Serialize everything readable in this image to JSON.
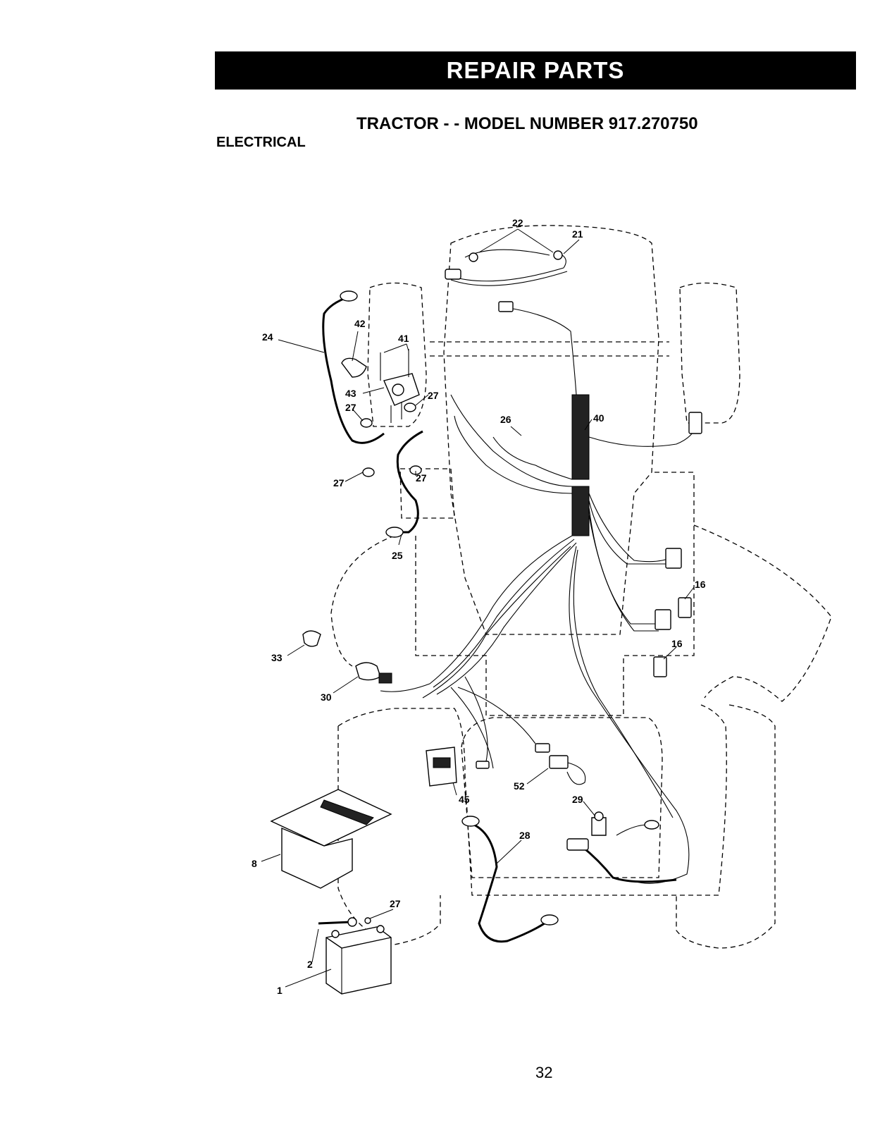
{
  "header": {
    "banner": "REPAIR PARTS"
  },
  "title": "TRACTOR - - MODEL NUMBER 917.270750",
  "section": "ELECTRICAL",
  "page_number": "32",
  "callouts": [
    {
      "id": "c22",
      "label": "22"
    },
    {
      "id": "c21",
      "label": "21"
    },
    {
      "id": "c24",
      "label": "24"
    },
    {
      "id": "c42",
      "label": "42"
    },
    {
      "id": "c41",
      "label": "41"
    },
    {
      "id": "c43",
      "label": "43"
    },
    {
      "id": "c27a",
      "label": "27"
    },
    {
      "id": "c27b",
      "label": "27"
    },
    {
      "id": "c27c",
      "label": "27"
    },
    {
      "id": "c27d",
      "label": "27"
    },
    {
      "id": "c26",
      "label": "26"
    },
    {
      "id": "c40",
      "label": "40"
    },
    {
      "id": "c25",
      "label": "25"
    },
    {
      "id": "c16a",
      "label": "16"
    },
    {
      "id": "c16b",
      "label": "16"
    },
    {
      "id": "c33",
      "label": "33"
    },
    {
      "id": "c30",
      "label": "30"
    },
    {
      "id": "c45",
      "label": "45"
    },
    {
      "id": "c52",
      "label": "52"
    },
    {
      "id": "c29",
      "label": "29"
    },
    {
      "id": "c28",
      "label": "28"
    },
    {
      "id": "c8",
      "label": "8"
    },
    {
      "id": "c27e",
      "label": "27"
    },
    {
      "id": "c2",
      "label": "2"
    },
    {
      "id": "c1",
      "label": "1"
    }
  ]
}
